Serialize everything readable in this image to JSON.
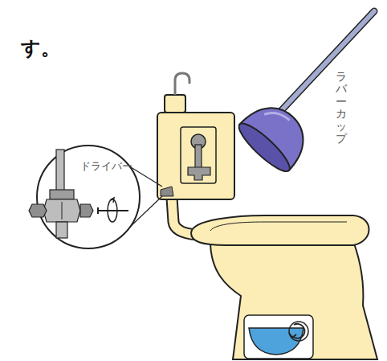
{
  "diagram": {
    "labels": [
      "す。",
      "ドライバー",
      "ラバーカップ"
    ]
  }
}
